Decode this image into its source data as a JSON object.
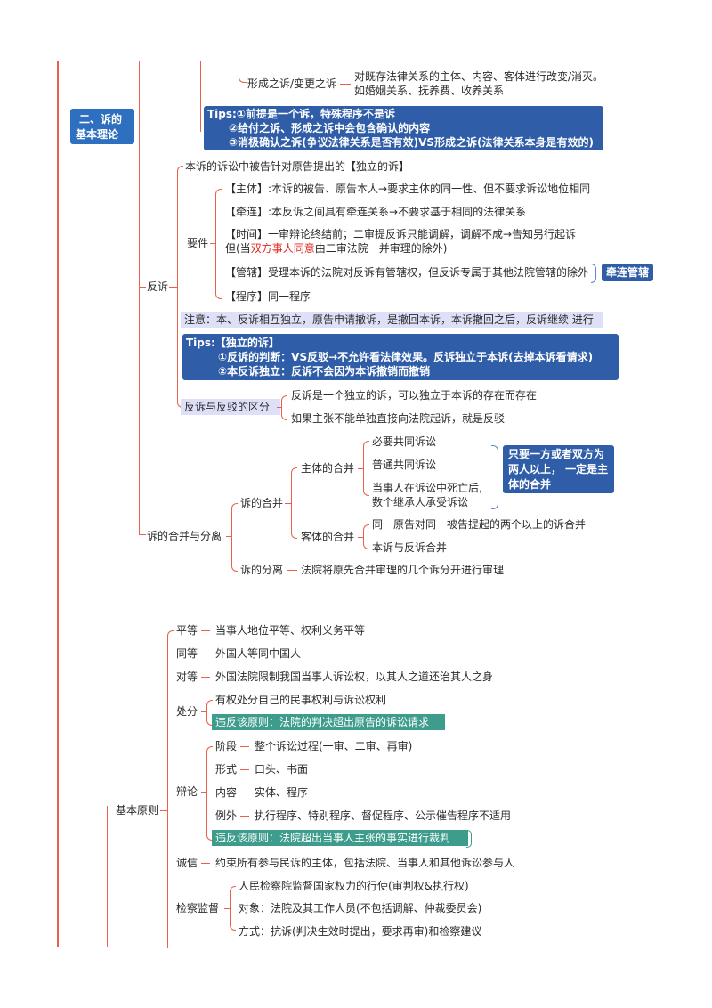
{
  "section": {
    "title_line1": "二、诉的",
    "title_line2": "基本理论"
  },
  "forming": {
    "label": "形成之诉/变更之诉",
    "desc_line1": "对既存法律关系的主体、内容、客体进行改变/消灭。",
    "desc_line2": "如婚姻关系、抚养费、收养关系"
  },
  "tips1": {
    "line1": "Tips:①前提是一个诉，特殊程序不是诉",
    "line2": "②给付之诉、形成之诉中会包含确认的内容",
    "line3": "③消极确认之诉(争议法律关系是否有效)VS形成之诉(法律关系本身是有效的)"
  },
  "counterclaim": {
    "label": "反诉",
    "definition": "本诉的诉讼中被告针对原告提出的【独立的诉】",
    "elements_label": "要件",
    "subject": "【主体】:本诉的被告、原告本人→要求主体的同一性、但不要求诉讼地位相同",
    "connection": "【牵连】:本反诉之间具有牵连关系→不要求基于相同的法律关系",
    "time_line1": "【时间】一审辩论终结前；二审提反诉只能调解，调解不成→告知另行起诉",
    "time_line2_prefix": "但(当",
    "time_line2_red": "双方事人同意",
    "time_line2_suffix": "由二审法院一并审理的除外)",
    "jurisdiction": "【管辖】受理本诉的法院对反诉有管辖权，但反诉专属于其他法院管辖的除外",
    "jurisdiction_tag": "牵连管辖",
    "procedure": "【程序】同一程序",
    "note": "注意：本、反诉相互独立，原告申请撤诉，是撤回本诉，本诉撤回之后，反诉继续 进行",
    "tips_line1": "Tips:【独立的诉】",
    "tips_line2": "①反诉的判断：VS反驳→不允许看法律效果。反诉独立于本诉(去掉本诉看请求)",
    "tips_line3": "②本反诉独立：反诉不会因为本诉撤销而撤销",
    "diff_label": "反诉与反驳的区分",
    "diff_1": "反诉是一个独立的诉，可以独立于本诉的存在而存在",
    "diff_2": "如果主张不能单独直接向法院起诉，就是反驳"
  },
  "merge": {
    "label": "诉的合并与分离",
    "merge_label": "诉的合并",
    "subject_label": "主体的合并",
    "subject_items": [
      "必要共同诉讼",
      "普通共同诉讼",
      "当事人在诉讼中死亡后,",
      "数个继承人承受诉讼"
    ],
    "subject_note_line1": "只要一方或者双方为",
    "subject_note_line2": "两人以上，  一定是主",
    "subject_note_line3": "体的合并",
    "object_label": "客体的合并",
    "object_items": [
      "同一原告对同一被告提起的两个以上的诉合并",
      "本诉与反诉合并"
    ],
    "separation_label": "诉的分离",
    "separation_desc": "法院将原先合并审理的几个诉分开进行审理"
  },
  "principles": {
    "label": "基本原则",
    "equality_label": "平等",
    "equality_desc": "当事人地位平等、权利义务平等",
    "same_label": "同等",
    "same_desc": "外国人等同中国人",
    "reciprocal_label": "对等",
    "reciprocal_desc": "外国法院限制我国当事人诉讼权，以其人之道还治其人之身",
    "disposal_label": "处分",
    "disposal_desc": "有权处分自己的民事权利与诉讼权利",
    "disposal_violation": "违反该原则：法院的判决超出原告的诉讼请求",
    "debate_label": "辩论",
    "debate_stage_label": "阶段",
    "debate_stage": "整个诉讼过程(一审、二审、再审)",
    "debate_form_label": "形式",
    "debate_form": "口头、书面",
    "debate_content_label": "内容",
    "debate_content": "实体、程序",
    "debate_exception_label": "例外",
    "debate_exception": "执行程序、特别程序、督促程序、公示催告程序不适用",
    "debate_violation": "违反该原则：法院超出当事人主张的事实进行裁判",
    "integrity_label": "诚信",
    "integrity_desc": "约束所有参与民诉的主体，包括法院、当事人和其他诉讼参与人",
    "supervision_label": "检察监督",
    "supervision_1": "人民检察院监督国家权力的行使(审判权&执行权)",
    "supervision_2": "对象：法院及其工作人员(不包括调解、仲裁委员会)",
    "supervision_3": "方式：抗诉(判决生效时提出，要求再审)和检察建议"
  }
}
